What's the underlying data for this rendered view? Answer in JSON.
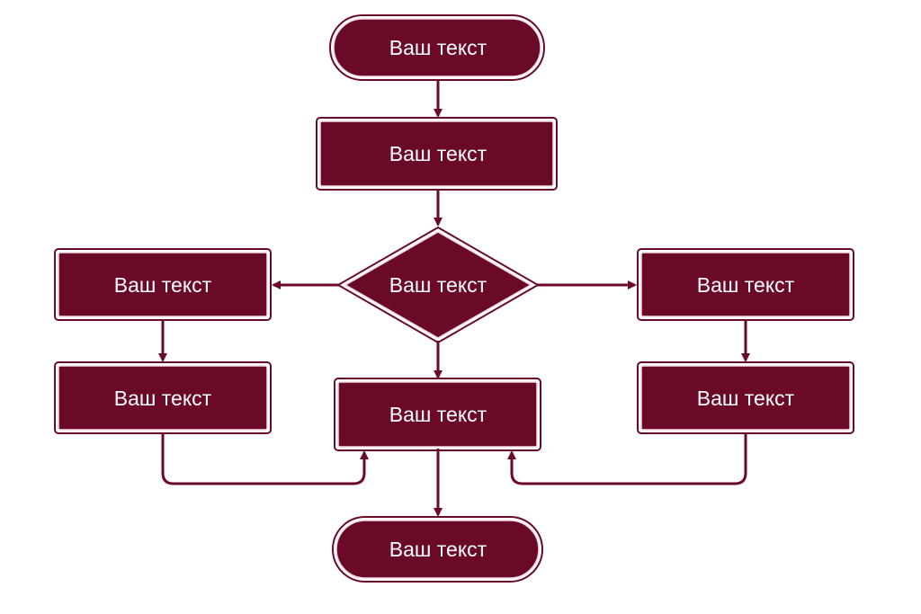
{
  "colors": {
    "node_fill": "#6b0a26",
    "node_inner_border": "#f4dbe2",
    "connector": "#6b0a26",
    "text": "#ffffff"
  },
  "nodes": {
    "start": "Ваш текст",
    "process_1": "Ваш текст",
    "decision": "Ваш текст",
    "left_1": "Ваш текст",
    "left_2": "Ваш текст",
    "right_1": "Ваш текст",
    "right_2": "Ваш текст",
    "center": "Ваш текст",
    "end": "Ваш текст"
  }
}
